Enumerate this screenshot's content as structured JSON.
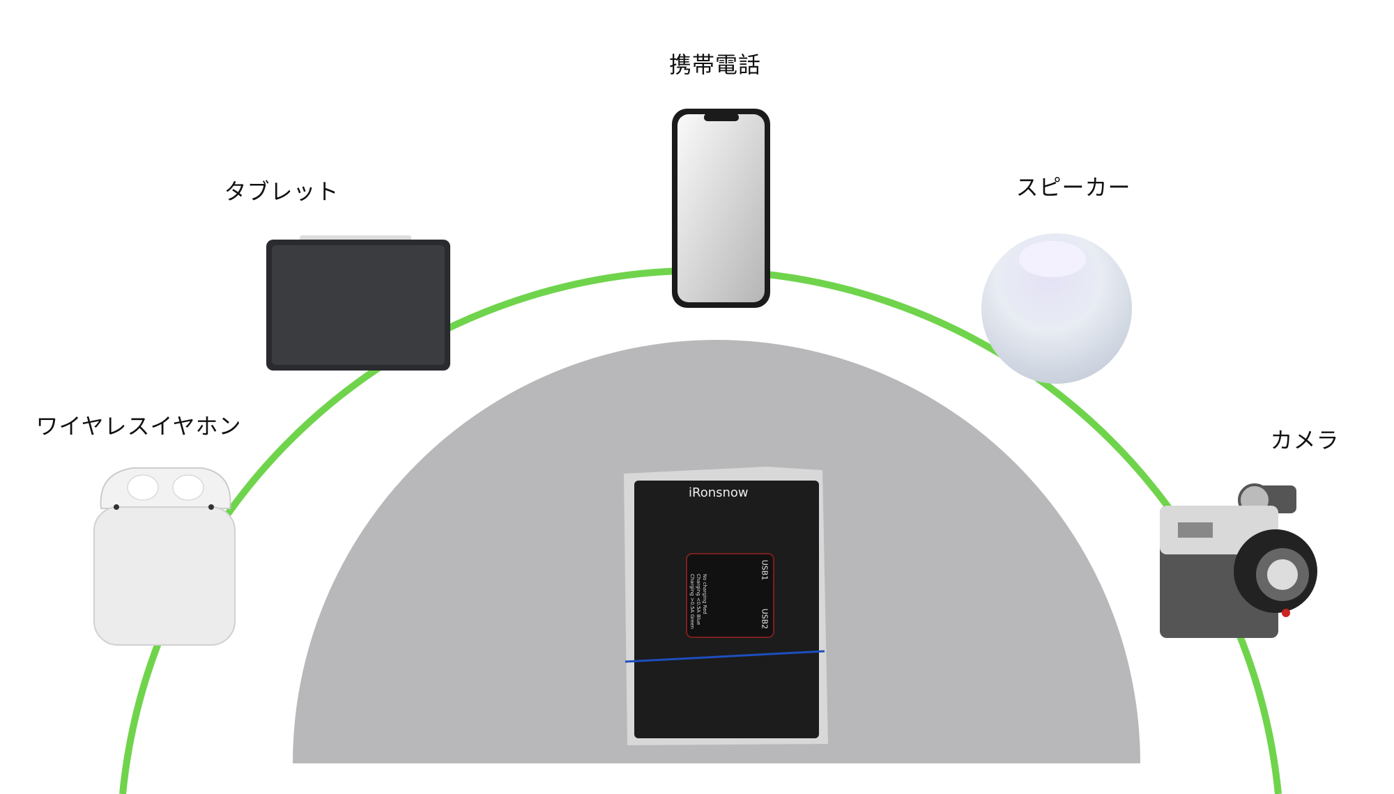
{
  "labels": {
    "phone": "携帯電話",
    "tablet": "タブレット",
    "earbuds": "ワイヤレスイヤホン",
    "speaker": "スピーカー",
    "camera": "カメラ"
  },
  "center_product": {
    "brand": "iRonsnow",
    "port1": "USB1",
    "port2": "USB2",
    "legend": [
      "No charging  Red",
      "Charging <0.5A  Blue",
      "Charging >0.5A  Green"
    ]
  },
  "colors": {
    "arc": "#6fd44c",
    "hub": "#b8b8ba"
  }
}
